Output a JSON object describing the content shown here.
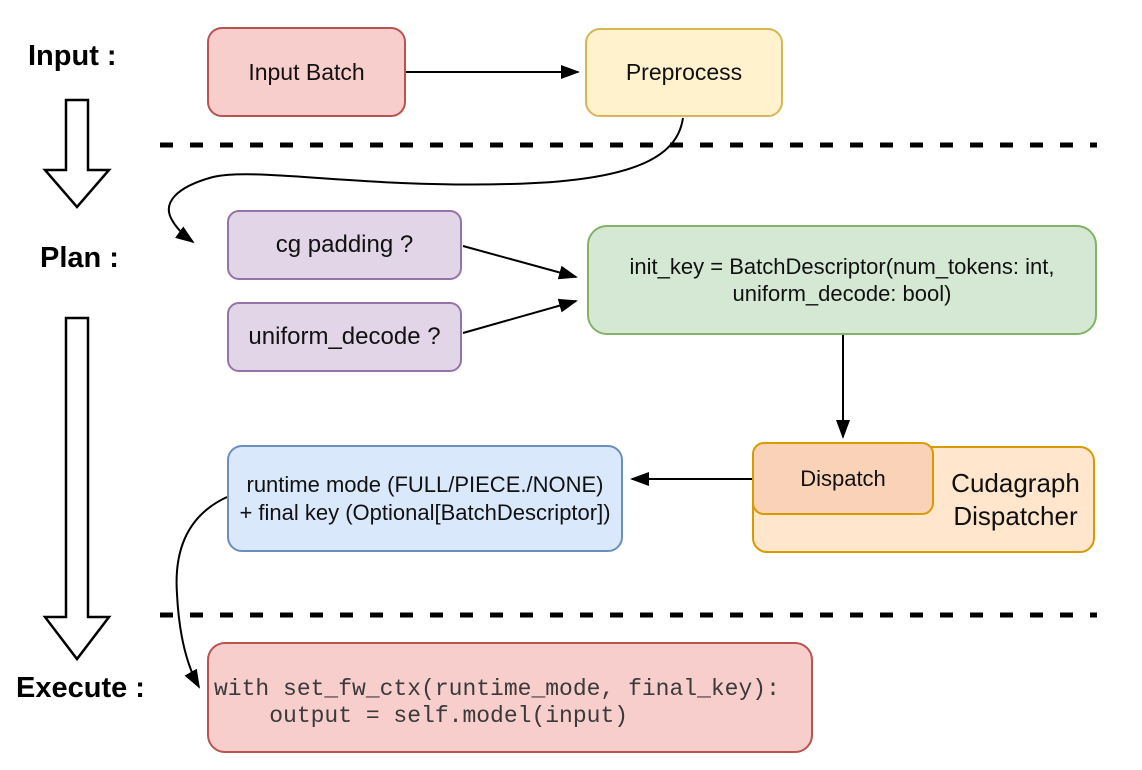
{
  "labels": {
    "input": "Input :",
    "plan": "Plan :",
    "execute": "Execute :"
  },
  "nodes": {
    "input_batch": {
      "label": "Input Batch"
    },
    "preprocess": {
      "label": "Preprocess"
    },
    "cg_padding": {
      "label": "cg padding ?"
    },
    "uniform_decode": {
      "label": "uniform_decode ?"
    },
    "init_key": {
      "line1": "init_key = BatchDescriptor(num_tokens: int,",
      "line2": "uniform_decode: bool)"
    },
    "dispatch": {
      "label": "Dispatch"
    },
    "cudagraph_dispatcher": {
      "line1": "Cudagraph",
      "line2": "Dispatcher"
    },
    "runtime_mode": {
      "line1": "runtime mode (FULL/PIECE./NONE)",
      "line2": "+ final key (Optional[BatchDescriptor])"
    },
    "execute_code": {
      "line1": "with set_fw_ctx(runtime_mode, final_key):",
      "line2": "    output = self.model(input)"
    }
  },
  "colors": {
    "red_fill": "#f8cecc",
    "red_border": "#b85450",
    "yellow_fill": "#fff2cc",
    "yellow_border": "#d6b656",
    "purple_fill": "#e1d5e7",
    "purple_border": "#9673a6",
    "green_fill": "#d5e8d4",
    "green_border": "#82b366",
    "blue_fill": "#dae8fc",
    "blue_border": "#6c8ebf",
    "orange_fill": "#ffe6cc",
    "orange_inner_fill": "#fad2b8",
    "orange_border": "#d79b00",
    "connector": "#000000",
    "code_text": "#3a3a3a"
  }
}
